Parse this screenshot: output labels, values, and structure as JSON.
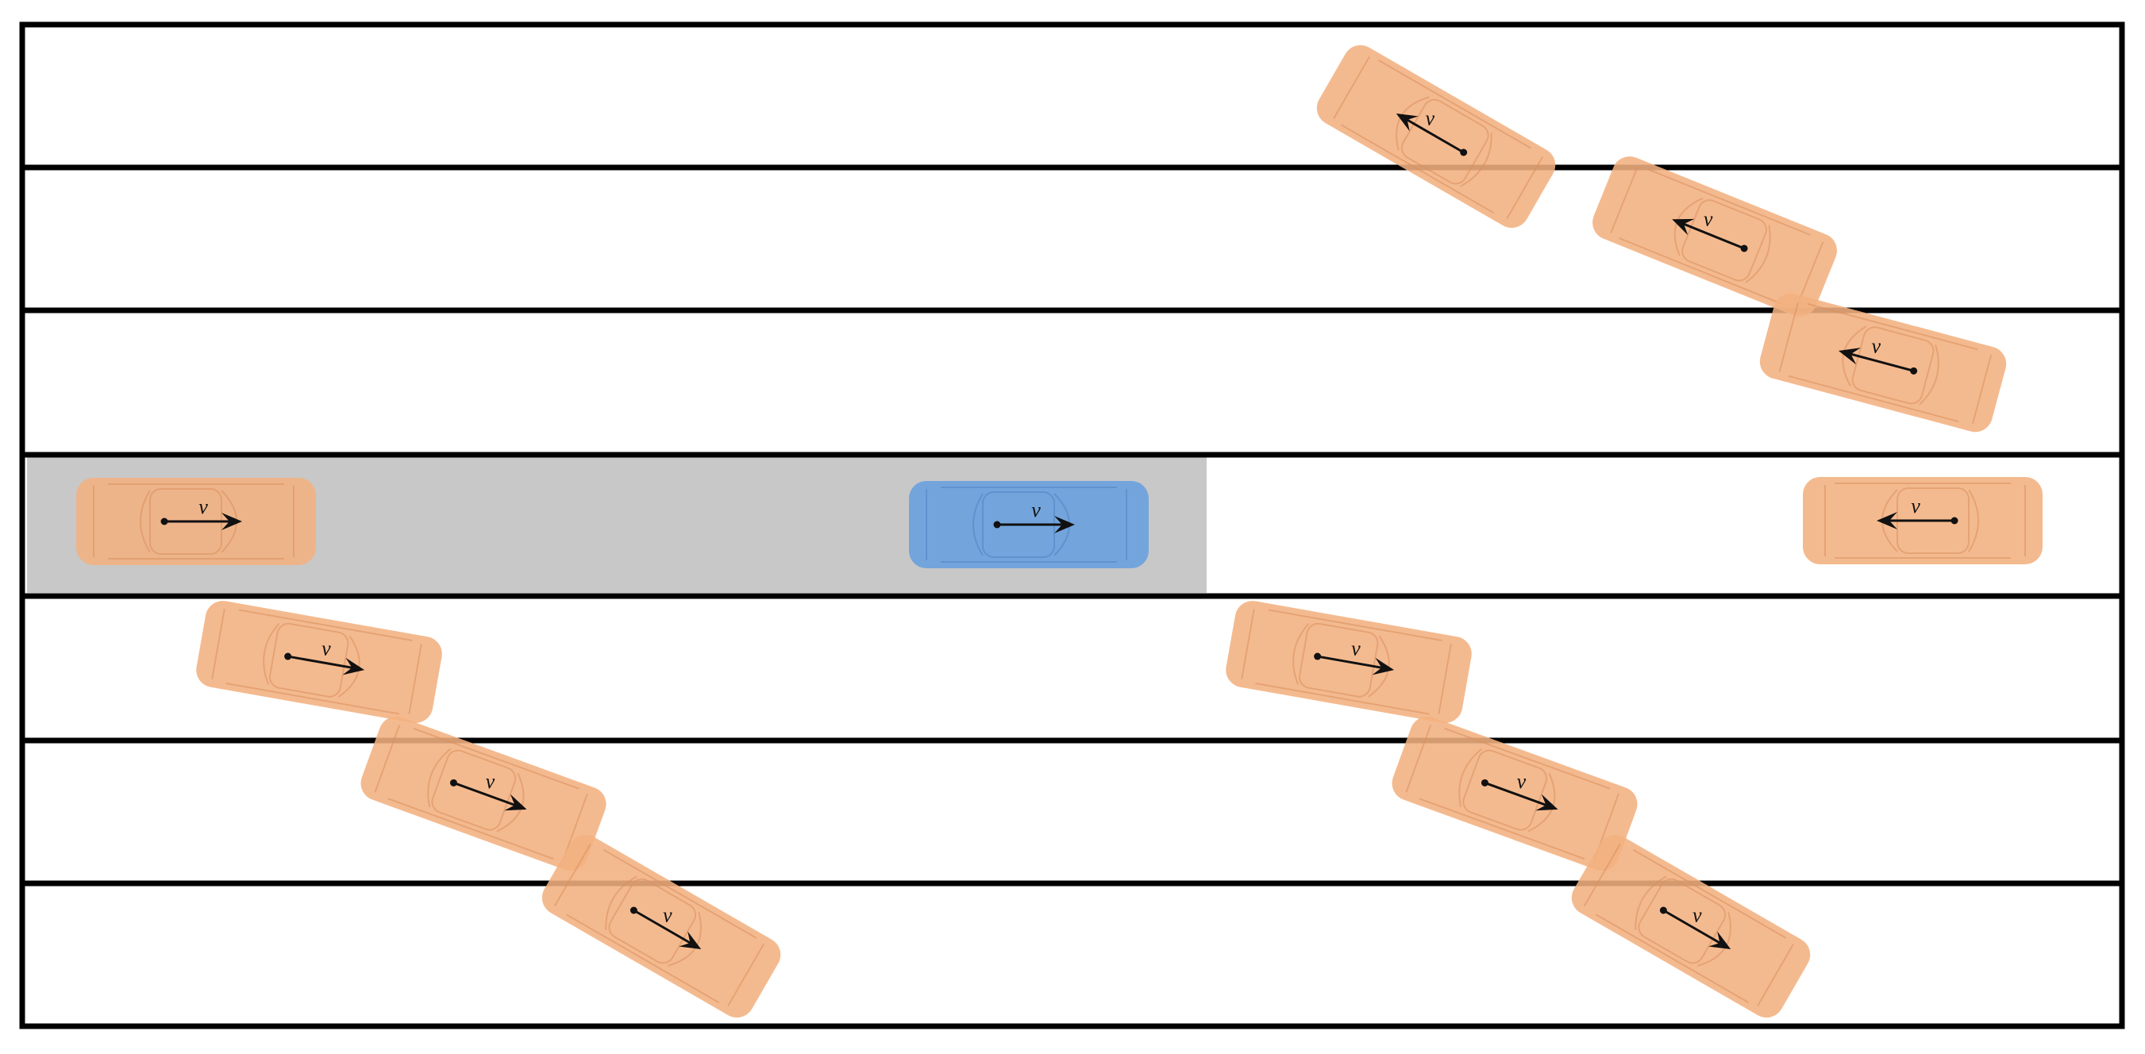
{
  "colors": {
    "road_border": "#000000",
    "lane_line": "#000000",
    "highlight_zone": "#c8c8c8",
    "other_vehicle": "#f2b07f",
    "other_vehicle_detail": "#d8905e",
    "ego_vehicle": "#6fa3dd",
    "ego_vehicle_detail": "#4f84c4",
    "velocity_arrow": "#111111"
  },
  "velocity_label": "v",
  "vehicles": [
    {
      "id": "car-1",
      "role": "other",
      "icon": "car-top-view-icon",
      "heading_deg": 150
    },
    {
      "id": "car-2",
      "role": "other",
      "icon": "car-top-view-icon",
      "heading_deg": 158
    },
    {
      "id": "car-3",
      "role": "other",
      "icon": "car-top-view-icon",
      "heading_deg": 165
    },
    {
      "id": "car-4",
      "role": "other",
      "icon": "car-top-view-icon",
      "heading_deg": 180
    },
    {
      "id": "car-5",
      "role": "other",
      "icon": "car-top-view-icon",
      "heading_deg": 0
    },
    {
      "id": "ego-car",
      "role": "ego",
      "icon": "car-top-view-icon",
      "heading_deg": 0
    },
    {
      "id": "car-6",
      "role": "other",
      "icon": "car-top-view-icon",
      "heading_deg": -10
    },
    {
      "id": "car-7",
      "role": "other",
      "icon": "car-top-view-icon",
      "heading_deg": -20
    },
    {
      "id": "car-8",
      "role": "other",
      "icon": "car-top-view-icon",
      "heading_deg": -30
    },
    {
      "id": "car-9",
      "role": "other",
      "icon": "car-top-view-icon",
      "heading_deg": -10
    },
    {
      "id": "car-10",
      "role": "other",
      "icon": "car-top-view-icon",
      "heading_deg": -20
    },
    {
      "id": "car-11",
      "role": "other",
      "icon": "car-top-view-icon",
      "heading_deg": -30
    }
  ]
}
